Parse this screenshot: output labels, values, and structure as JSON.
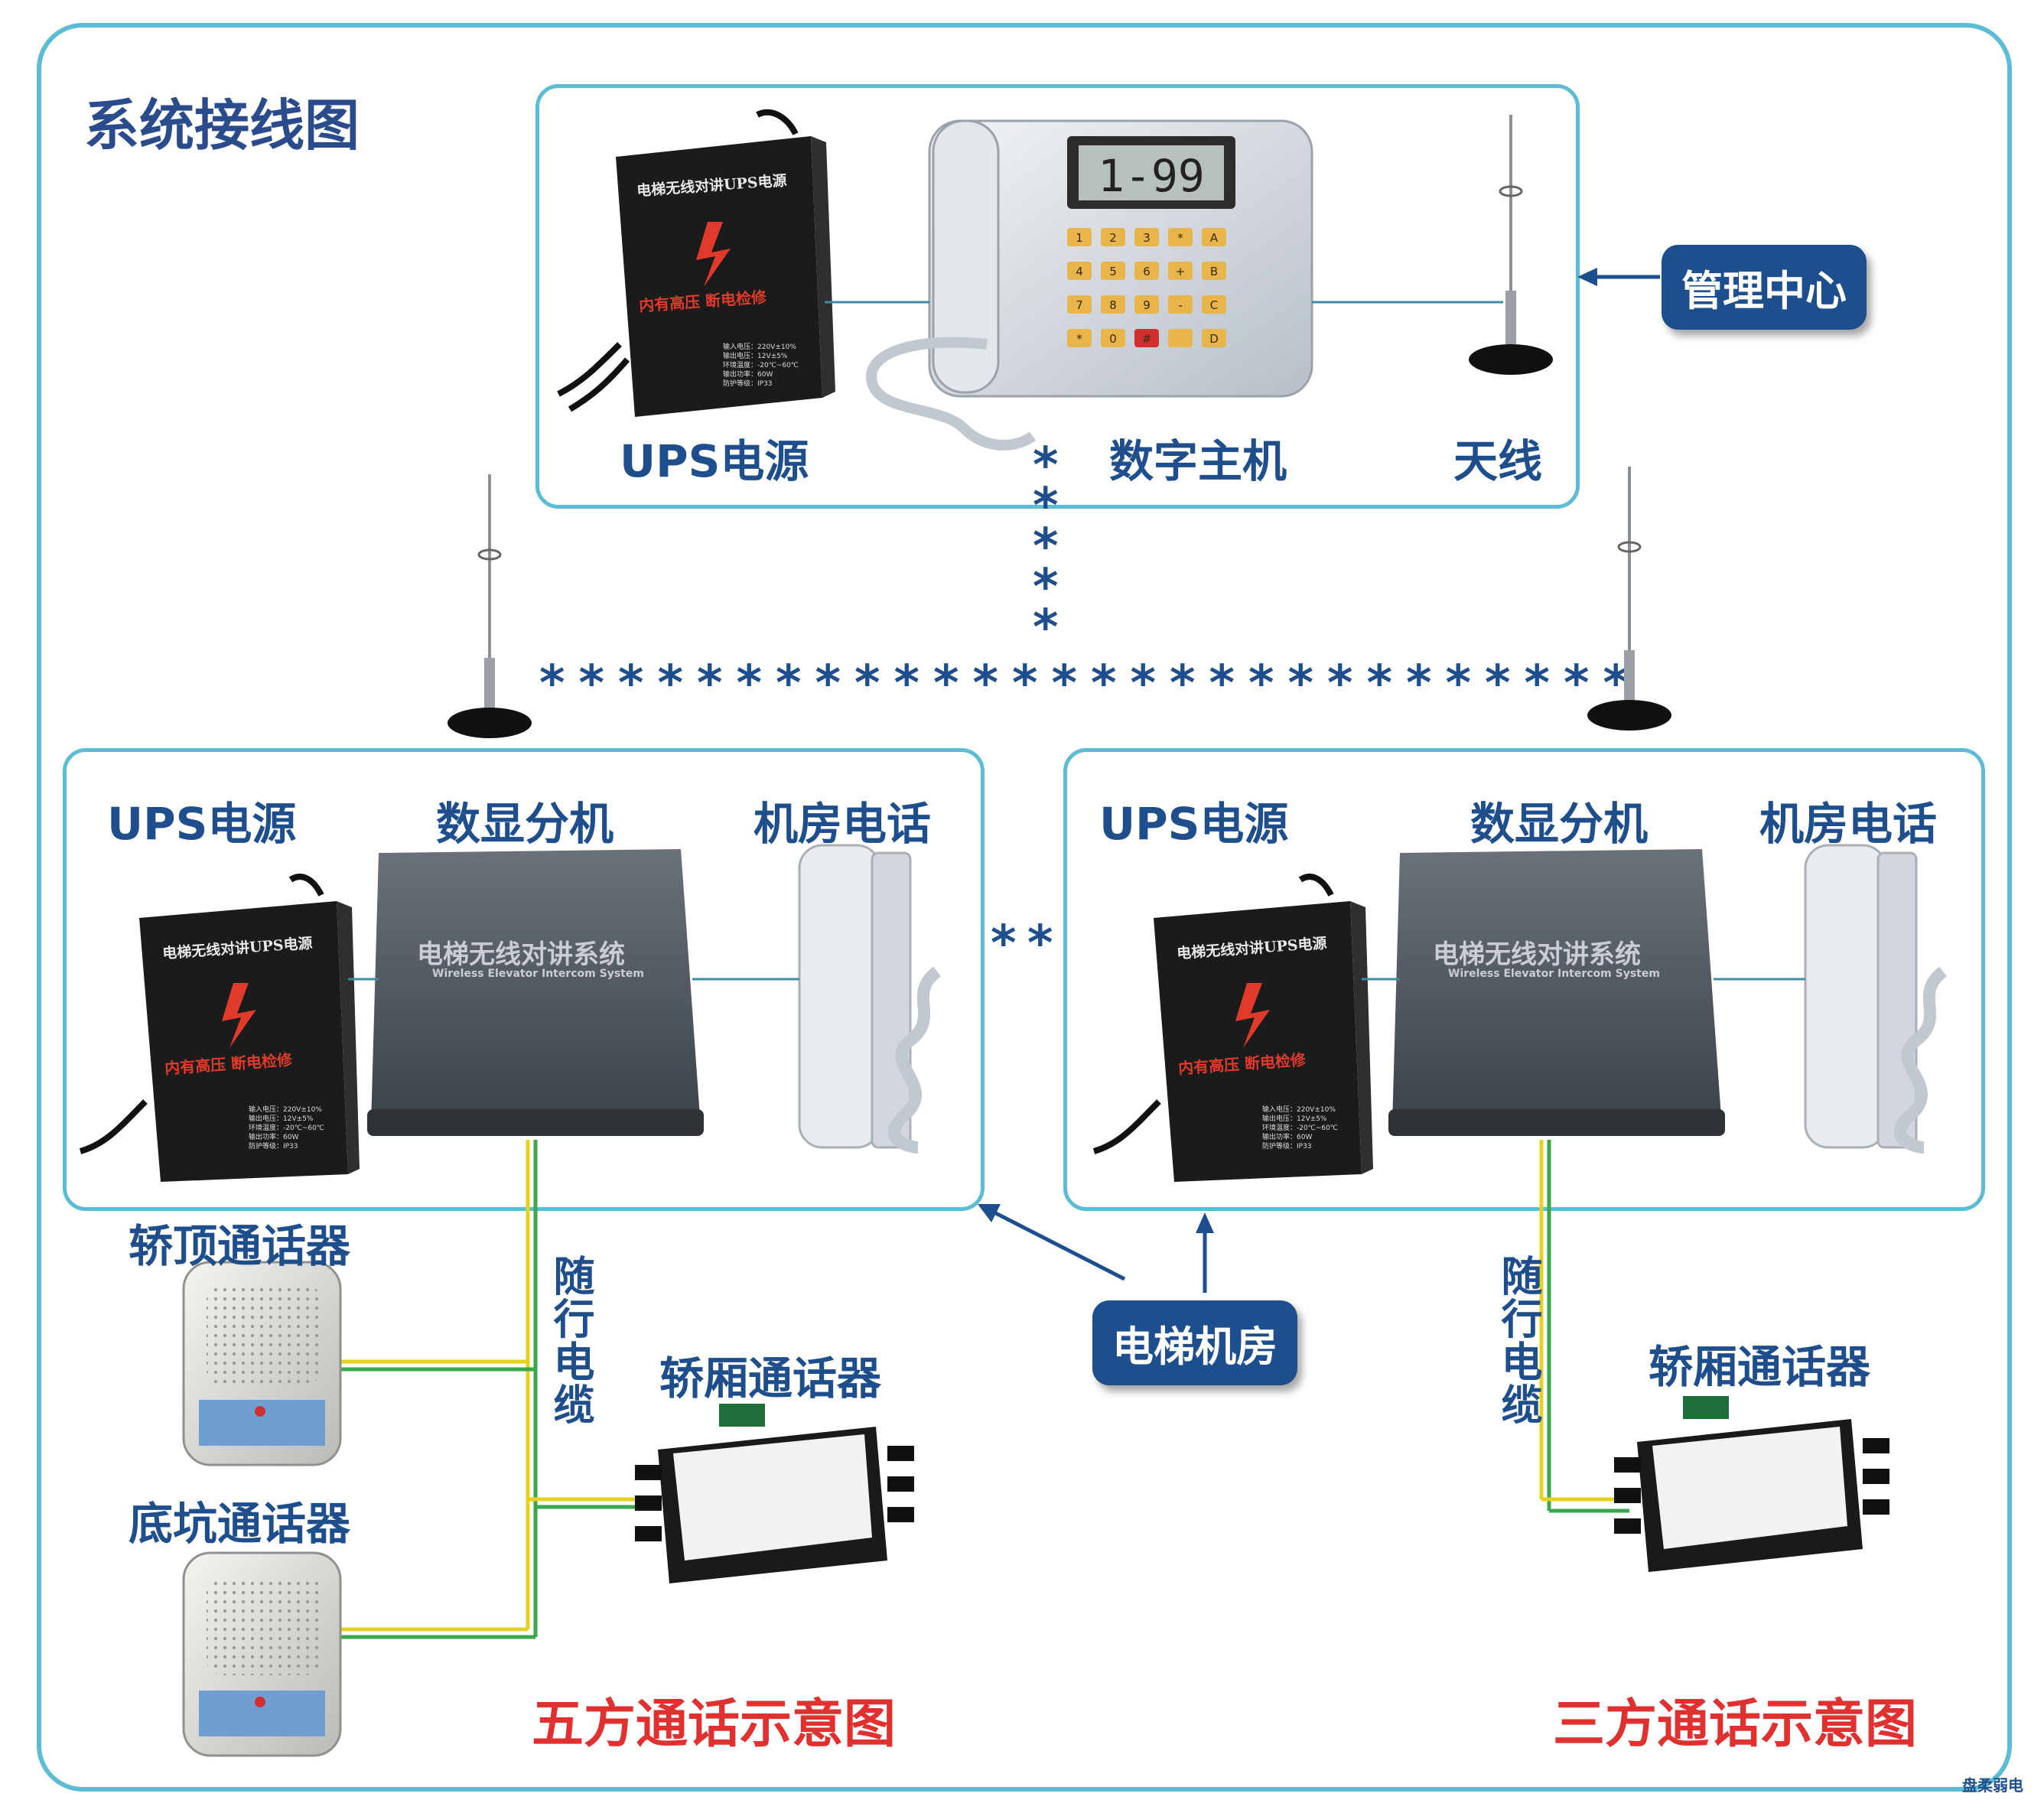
{
  "title": "系统接线图",
  "management": {
    "callout": "管理中心",
    "ups_label": "UPS电源",
    "host_label": "数字主机",
    "antenna_label": "天线",
    "display": "1-99"
  },
  "ups_device": {
    "title": "电梯无线对讲UPS电源",
    "warning": "内有高压  断电检修",
    "specs": [
      "输入电压：220V±10%",
      "输出电压：12V±5%",
      "环境温度：-20℃~60℃",
      "输出功率：60W",
      "防护等级：IP33"
    ]
  },
  "keypad": [
    "1",
    "2",
    "3",
    "*",
    "A",
    "4",
    "5",
    "6",
    "+",
    "B",
    "7",
    "8",
    "9",
    "-",
    "C",
    "*",
    "0",
    "#",
    "",
    "D"
  ],
  "left_room": {
    "ups_label": "UPS电源",
    "unit_label": "数显分机",
    "phone_label": "机房电话",
    "unit_title": "电梯无线对讲系统",
    "unit_subtitle": "Wireless Elevator Intercom System"
  },
  "right_room": {
    "ups_label": "UPS电源",
    "unit_label": "数显分机",
    "phone_label": "机房电话",
    "unit_title": "电梯无线对讲系统",
    "unit_subtitle": "Wireless Elevator Intercom System"
  },
  "left_bottom": {
    "car_top_label": "轿顶通话器",
    "pit_label": "底坑通话器",
    "cable_label": "随行电缆",
    "car_label": "轿厢通话器",
    "scheme": "五方通话示意图"
  },
  "right_bottom": {
    "cable_label": "随行电缆",
    "car_label": "轿厢通话器",
    "scheme": "三方通话示意图"
  },
  "machine_room_callout": "电梯机房",
  "watermark": "盘柔弱电",
  "colors": {
    "frame": "#5bbcd3",
    "label_blue": "#1f4e8c",
    "callout_bg": "#1d4e8e",
    "scheme_red": "#e03030",
    "wire_yellow": "#e6d21e",
    "wire_green": "#3aa84a"
  }
}
